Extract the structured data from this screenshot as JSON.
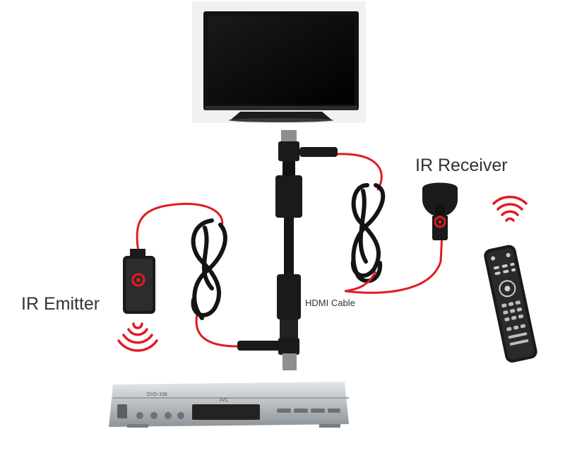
{
  "labels": {
    "ir_receiver": "IR Receiver",
    "ir_emitter": "IR Emitter",
    "hdmi_cable": "HDMI Cable"
  },
  "devices": {
    "top": "tv-icon",
    "bottom": "dvd-player-icon",
    "right": "remote-control-icon"
  },
  "dvd_player": {
    "model": "DVD-108",
    "brand": "JVC"
  },
  "colors": {
    "ir_cable": "#e21b23",
    "cable_dark": "#141414",
    "signal_waves": "#e21b23",
    "device_silver": "#b8bcc0"
  }
}
